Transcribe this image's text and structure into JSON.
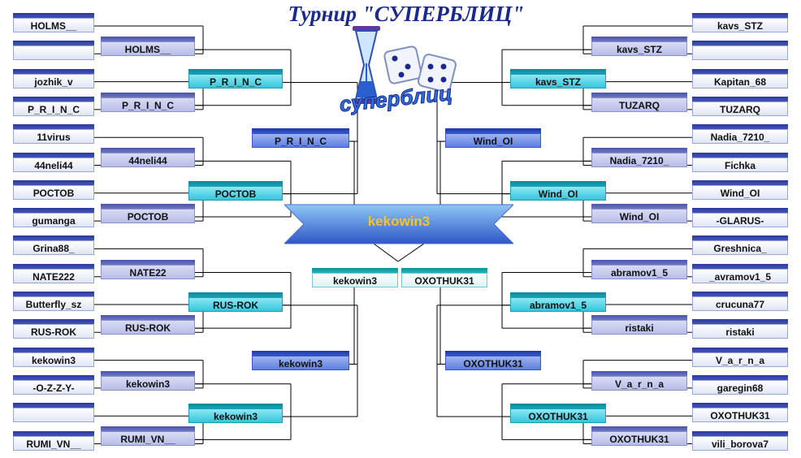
{
  "title": "Турнир \"СУПЕРБЛИЦ\"",
  "logo_text": "суперблиц",
  "champion": "kekowin3",
  "colors": {
    "title": "#1a2a8c",
    "champion_text": "#f6c42a",
    "line": "#000000"
  },
  "left": {
    "round1": [
      "HOLMS__",
      "",
      "jozhik_v",
      "P_R_I_N_C",
      "11virus",
      "44neli44",
      "РОСТОВ",
      "gumanga",
      "Grina88_",
      "NATE222",
      "Butterfly_sz",
      "RUS-ROK",
      "kekowin3",
      "-O-Z-Z-Y-",
      "",
      "RUMI_VN__"
    ],
    "round2": [
      "HOLMS__",
      "P_R_I_N_C",
      "44neli44",
      "РОСТОВ",
      "NATE22",
      "RUS-ROK",
      "kekowin3",
      "RUMI_VN__"
    ],
    "round3": [
      "P_R_I_N_C",
      "РОСТОВ",
      "RUS-ROK",
      "kekowin3"
    ],
    "round4": [
      "P_R_I_N_C",
      "kekowin3"
    ],
    "semifinal": "kekowin3"
  },
  "right": {
    "round1": [
      "kavs_STZ",
      "",
      "Kapitan_68",
      "TUZARQ",
      "Nadia_7210_",
      "Fichka",
      "Wind_OI",
      "-GLARUS-",
      "Greshnica_",
      "_avramov1_5",
      "crucuna77",
      "ristaki",
      "V_a_r_n_a",
      "garegin68",
      "OXOTHUK31",
      "vili_borova7"
    ],
    "round2": [
      "kavs_STZ",
      "TUZARQ",
      "Nadia_7210_",
      "Wind_OI",
      "abramov1_5",
      "ristaki",
      "V_a_r_n_a",
      "OXOTHUK31"
    ],
    "round3": [
      "kavs_STZ",
      "Wind_OI",
      "abramov1_5",
      "OXOTHUK31"
    ],
    "round4": [
      "Wind_OI",
      "OXOTHUK31"
    ],
    "semifinal": "OXOTHUK31"
  }
}
